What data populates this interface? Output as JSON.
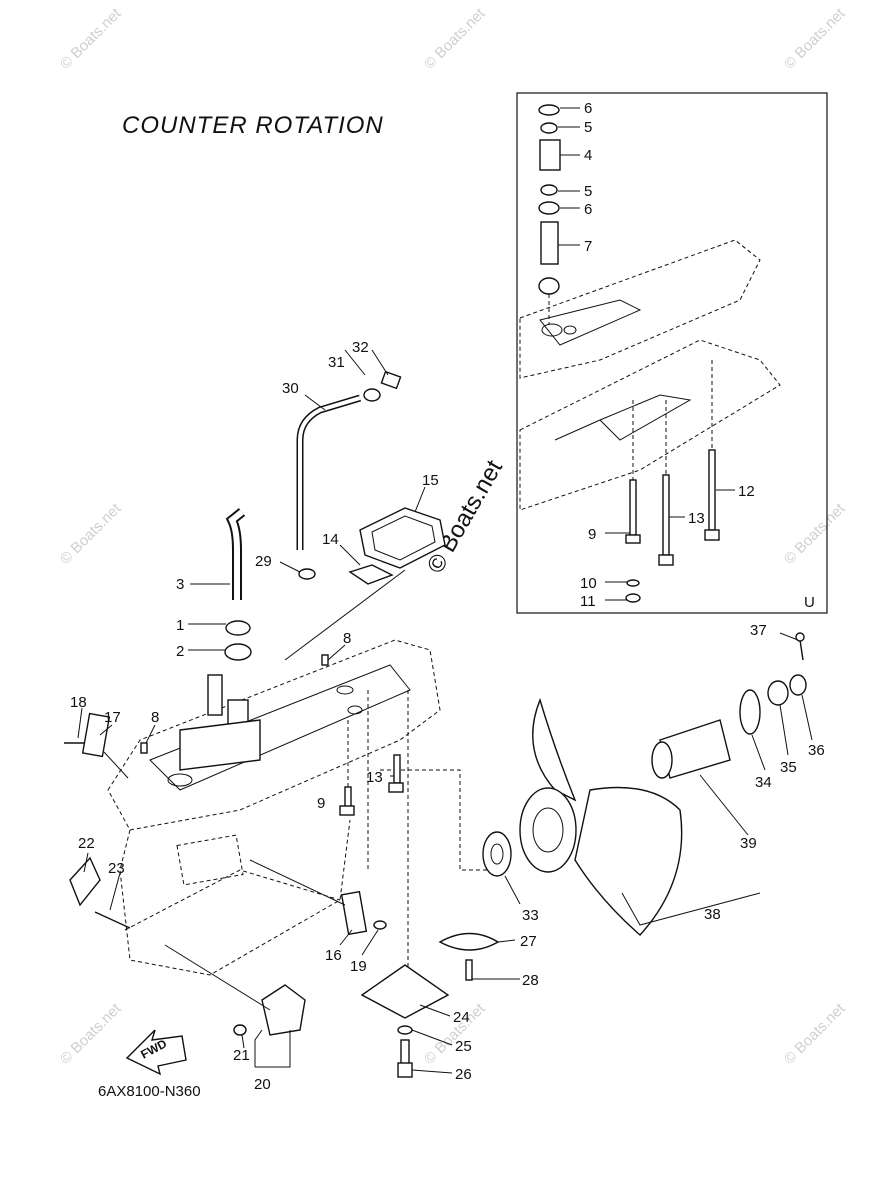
{
  "title": "COUNTER  ROTATION",
  "diagram_code": "6AX8100-N360",
  "fwd_label": "FWD",
  "inset_marker": "U",
  "watermark": "© Boats.net",
  "callouts": {
    "c6a": "6",
    "c5a": "5",
    "c4": "4",
    "c5b": "5",
    "c6b": "6",
    "c7": "7",
    "c12": "12",
    "c13a": "13",
    "c9a": "9",
    "c10": "10",
    "c11": "11",
    "c32": "32",
    "c31": "31",
    "c30": "30",
    "c15": "15",
    "c14": "14",
    "c29": "29",
    "c3": "3",
    "c1": "1",
    "c2": "2",
    "c8a": "8",
    "c8b": "8",
    "c18": "18",
    "c17": "17",
    "c13b": "13",
    "c9b": "9",
    "c37": "37",
    "c34": "34",
    "c35": "35",
    "c36": "36",
    "c39": "39",
    "c38": "38",
    "c22": "22",
    "c23": "23",
    "c16": "16",
    "c19": "19",
    "c33": "33",
    "c27": "27",
    "c28": "28",
    "c24": "24",
    "c25": "25",
    "c26": "26",
    "c21": "21",
    "c20": "20"
  }
}
